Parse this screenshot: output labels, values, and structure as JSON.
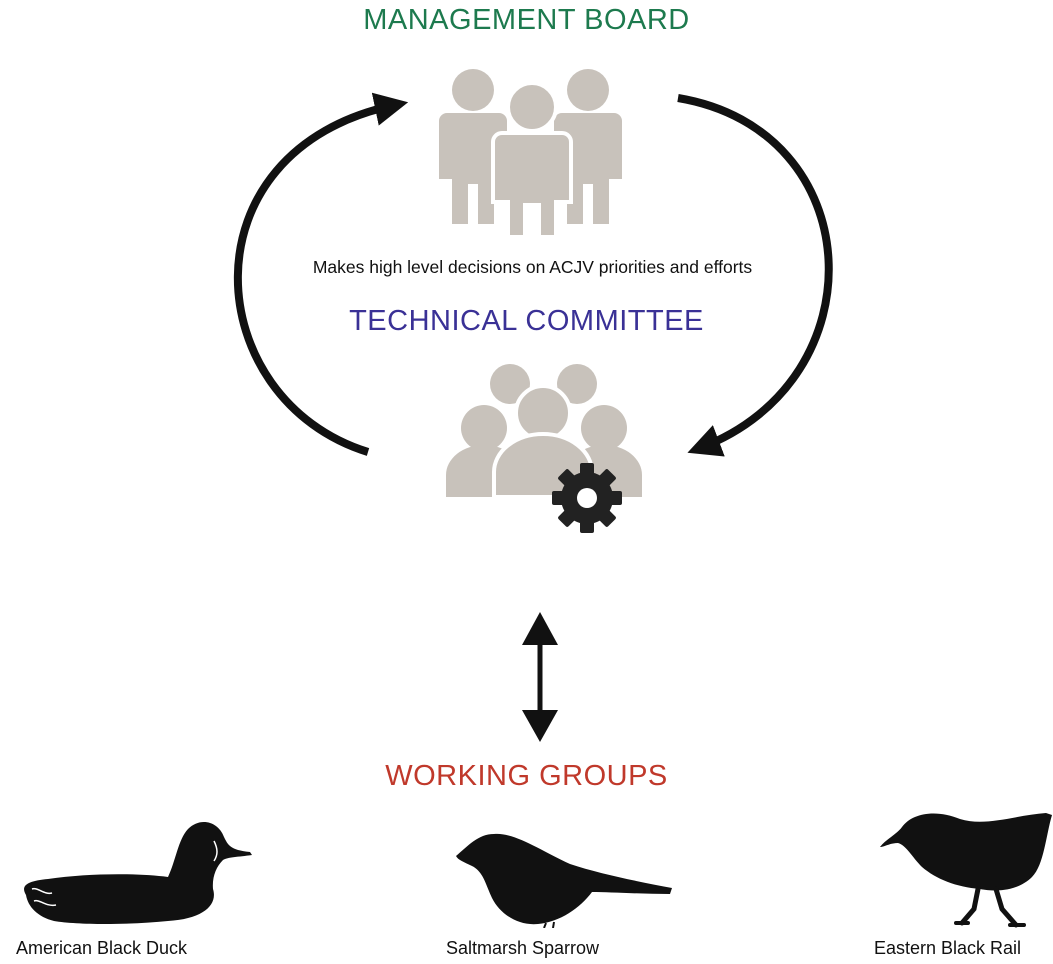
{
  "board": {
    "title": "MANAGEMENT BOARD",
    "description": "Makes high level decisions on ACJV priorities and efforts"
  },
  "committee": {
    "title": "TECHNICAL COMMITTEE"
  },
  "groups": {
    "title": "WORKING GROUPS"
  },
  "species": [
    {
      "name": "American Black Duck"
    },
    {
      "name": "Saltmarsh Sparrow"
    },
    {
      "name": "Eastern Black Rail"
    }
  ],
  "colors": {
    "board": "#1d7a4e",
    "committee": "#3a3196",
    "groups": "#c0392b",
    "people": "#c8c2bb",
    "ink": "#111111"
  },
  "icons": [
    "people-group-icon",
    "team-group-icon",
    "gear-icon",
    "cycle-arrow-icon",
    "double-arrow-icon",
    "duck-icon",
    "sparrow-icon",
    "rail-icon"
  ]
}
